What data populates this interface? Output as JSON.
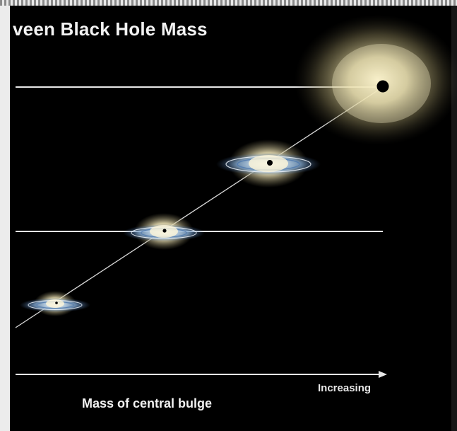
{
  "title": "veen Black Hole Mass",
  "x_axis": {
    "end_label": "Increasing",
    "title": "Mass of central bulge"
  },
  "galaxies": [
    {
      "size": "small"
    },
    {
      "size": "medium"
    },
    {
      "size": "large"
    },
    {
      "size": "elliptical"
    }
  ],
  "colors": {
    "background": "#000000",
    "lines": "#e8e8e8",
    "bulge": "#f3eac4",
    "disk": "#9ec3ea",
    "black_hole": "#000000"
  }
}
